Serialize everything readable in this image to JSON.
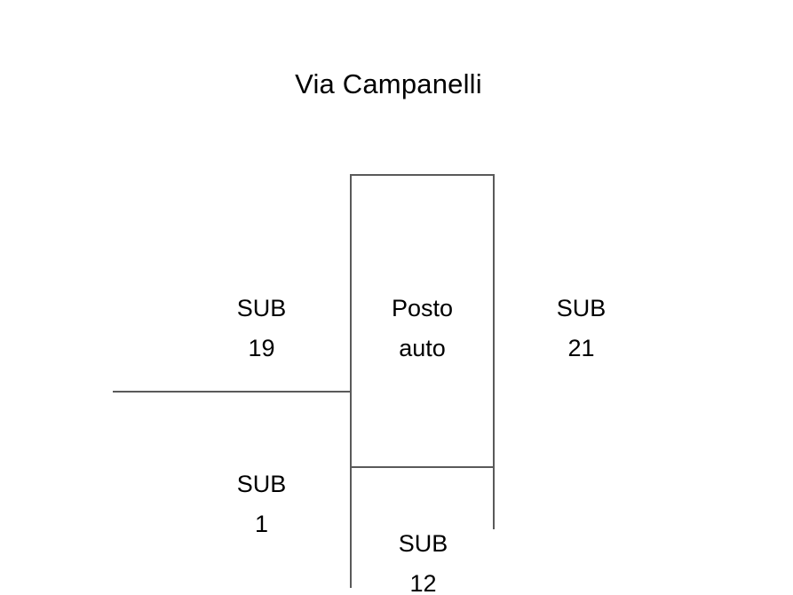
{
  "diagram": {
    "title": "Via Campanelli",
    "parcels": [
      {
        "id": "sub-19",
        "line1": "SUB",
        "line2": "19"
      },
      {
        "id": "posto-auto",
        "line1": "Posto",
        "line2": "auto"
      },
      {
        "id": "sub-21",
        "line1": "SUB",
        "line2": "21"
      },
      {
        "id": "sub-1",
        "line1": "SUB",
        "line2": "1"
      },
      {
        "id": "sub-12",
        "line1": "SUB",
        "line2": "12"
      }
    ],
    "colors": {
      "background": "#ffffff",
      "line": "#5a5a5a",
      "text": "#000000"
    }
  }
}
